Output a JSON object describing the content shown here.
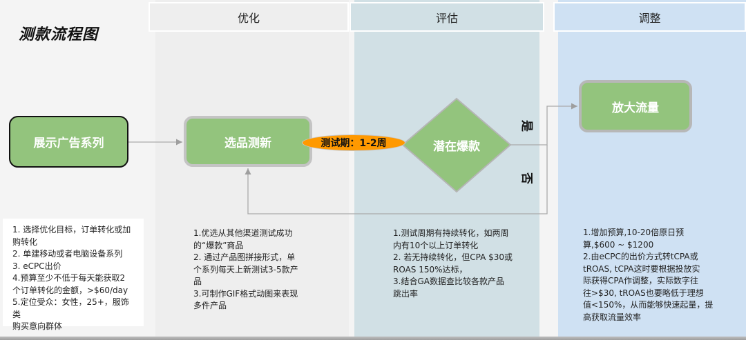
{
  "title": "测款流程图",
  "columns": {
    "optimize": "优化",
    "evaluate": "评估",
    "adjust": "调整"
  },
  "nodes": {
    "start": "展示广告系列",
    "select": "选品测新",
    "test_period": "测试期：1-2周",
    "decision": "潜在爆款",
    "amplify": "放大流量"
  },
  "branches": {
    "yes": "是",
    "no": "否"
  },
  "colors": {
    "node_green": "#93c47d",
    "pill_orange": "#ff9900",
    "optimize_bg": "#eeeeee",
    "evaluate_bg": "#d1e0e5",
    "adjust_bg": "#cfe1f3"
  },
  "descriptions": {
    "start": [
      "1. 选择优化目标，订单转化或加",
      "购转化",
      "2. 单建移动或者电脑设备系列",
      "3. eCPC出价",
      "4.预算至少不低于每天能获取2",
      "个订单转化的金额，>$60/day",
      "5.定位受众：女性，25+，服饰类",
      "购买意向群体"
    ],
    "optimize": [
      "1.优选从其他渠道测试成功",
      "的“爆款”商品",
      "2. 通过产品图拼接形式，单",
      "个系列每天上新测试3-5款产",
      "品",
      "3.可制作GIF格式动图来表现",
      "多件产品"
    ],
    "evaluate": [
      "1.测试周期有持续转化，如两周",
      "内有10个以上订单转化",
      "2. 若无持续转化，但CPA $30或",
      "ROAS 150%达标，",
      "3.结合GA数据查比较各款产品",
      "跳出率"
    ],
    "adjust": [
      "1.增加预算,10-20倍原日预",
      "算,$600 ~ $1200",
      "2.由eCPC的出价方式转tCPA或",
      "tROAS, tCPA这时要根据投放实",
      "际获得CPA作调整，实际数字往",
      "往>$30, tROAS也要略低于理想",
      "值<150%，从而能够快速起量，提",
      "高获取流量效率"
    ]
  }
}
